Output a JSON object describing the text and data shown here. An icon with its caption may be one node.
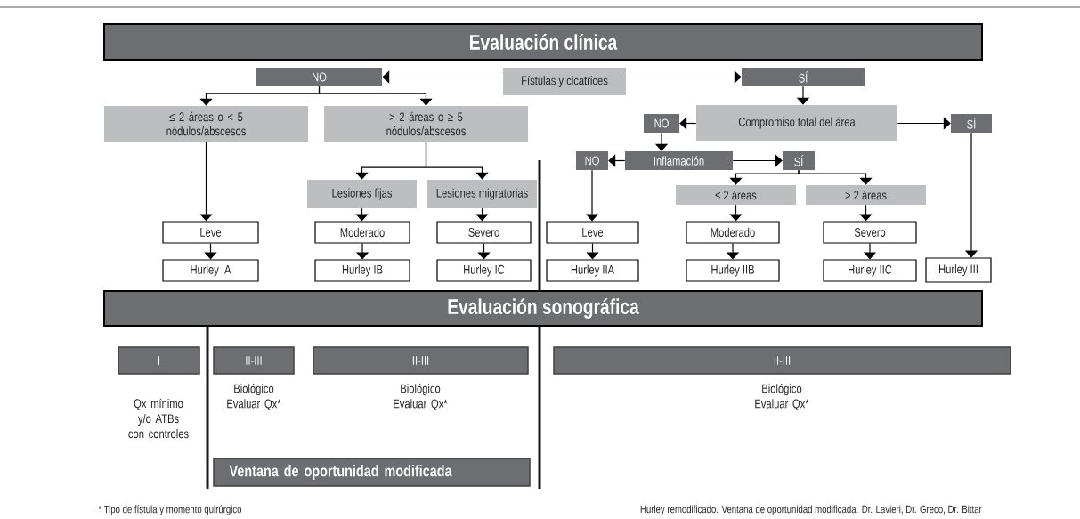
{
  "diagram": {
    "nodes": [
      {
        "text": [
          "Evaluación clínica"
        ]
      },
      {
        "text": [
          "NO"
        ]
      },
      {
        "text": [
          "Fístulas y cicatrices"
        ]
      },
      {
        "text": [
          "SÍ"
        ]
      },
      {
        "text": [
          "≤ 2 áreas o < 5 nódulos/abscesos"
        ]
      },
      {
        "text": [
          "> 2 áreas o ≥ 5 nódulos/abscesos"
        ]
      },
      {
        "text": [
          "NO"
        ]
      },
      {
        "text": [
          "Compromiso total del área"
        ]
      },
      {
        "text": [
          "SÍ"
        ]
      },
      {
        "text": [
          "NO"
        ]
      },
      {
        "text": [
          "Inflamación"
        ]
      },
      {
        "text": [
          "SÍ"
        ]
      },
      {
        "text": [
          "Lesiones fijas"
        ]
      },
      {
        "text": [
          "Lesiones migratorias"
        ]
      },
      {
        "text": [
          "≤ 2 áreas"
        ]
      },
      {
        "text": [
          "> 2 áreas"
        ]
      },
      {
        "text": [
          "Leve"
        ]
      },
      {
        "text": [
          "Moderado"
        ]
      },
      {
        "text": [
          "Severo"
        ]
      },
      {
        "text": [
          "Leve"
        ]
      },
      {
        "text": [
          "Moderado"
        ]
      },
      {
        "text": [
          "Severo"
        ]
      },
      {
        "text": [
          "Hurley IA"
        ]
      },
      {
        "text": [
          "Hurley IB"
        ]
      },
      {
        "text": [
          "Hurley IC"
        ]
      },
      {
        "text": [
          "Hurley IIA"
        ]
      },
      {
        "text": [
          "Hurley IIB"
        ]
      },
      {
        "text": [
          "Hurley IIC"
        ]
      },
      {
        "text": [
          "Hurley III"
        ]
      },
      {
        "text": [
          "Evaluación sonográfica"
        ]
      },
      {
        "text": [
          "I"
        ]
      },
      {
        "text": [
          "II-III"
        ]
      },
      {
        "text": [
          "II-III"
        ]
      },
      {
        "text": [
          "II-III"
        ]
      },
      {
        "text": [
          "Ventana de oportunidad modificada"
        ]
      }
    ],
    "edges": [
      {
        "from": 2,
        "to": 1,
        "arrow": "to"
      },
      {
        "from": 2,
        "to": 3,
        "arrow": "to"
      },
      {
        "from": 1,
        "to": 4,
        "arrow": "to"
      },
      {
        "from": 1,
        "to": 5,
        "arrow": "to"
      },
      {
        "from": 3,
        "to": 7,
        "arrow": "to"
      },
      {
        "from": 7,
        "to": 6,
        "arrow": "to"
      },
      {
        "from": 7,
        "to": 8,
        "arrow": "to"
      },
      {
        "from": 6,
        "to": 10,
        "arrow": "to"
      },
      {
        "from": 10,
        "to": 9,
        "arrow": "to"
      },
      {
        "from": 10,
        "to": 11,
        "arrow": "to"
      },
      {
        "from": 8,
        "to": 28,
        "arrow": "to"
      },
      {
        "from": 9,
        "to": 19,
        "arrow": "to"
      },
      {
        "from": 11,
        "to": 14,
        "arrow": "to"
      },
      {
        "from": 11,
        "to": 15,
        "arrow": "to"
      },
      {
        "from": 4,
        "to": 16,
        "arrow": "to"
      },
      {
        "from": 5,
        "to": 12,
        "arrow": "to"
      },
      {
        "from": 5,
        "to": 13,
        "arrow": "to"
      },
      {
        "from": 12,
        "to": 17,
        "arrow": "to"
      },
      {
        "from": 13,
        "to": 18,
        "arrow": "to"
      },
      {
        "from": 14,
        "to": 20,
        "arrow": "to"
      },
      {
        "from": 15,
        "to": 21,
        "arrow": "to"
      },
      {
        "from": 16,
        "to": 22,
        "arrow": "to"
      },
      {
        "from": 17,
        "to": 23,
        "arrow": "to"
      },
      {
        "from": 18,
        "to": 24,
        "arrow": "to"
      },
      {
        "from": 19,
        "to": 25,
        "arrow": "to"
      },
      {
        "from": 20,
        "to": 26,
        "arrow": "to"
      },
      {
        "from": 21,
        "to": 27,
        "arrow": "to"
      }
    ],
    "labels": [
      "Qx mínimo y/o ATBs con controles",
      "Biológico Evaluar Qx*",
      "Biológico Evaluar Qx*",
      "Biológico Evaluar Qx*",
      "* Tipo de fístula y momento quirúrgico",
      "Hurley remodificado. Ventana de oportunidad modificada. Dr. Lavieri, Dr. Greco, Dr. Bittar"
    ]
  }
}
